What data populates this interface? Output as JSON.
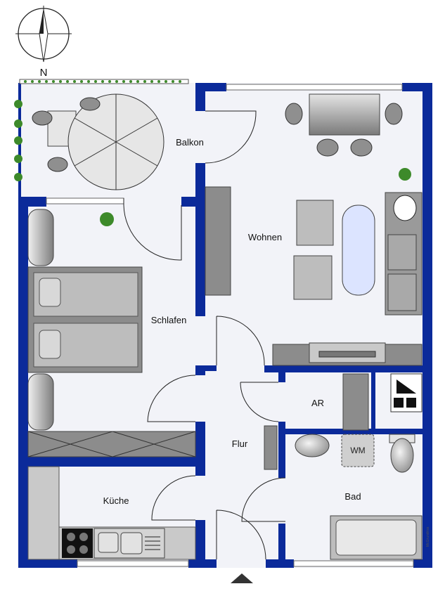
{
  "floorplan": {
    "compass_label": "N",
    "rooms": {
      "balkon": "Balkon",
      "wohnen": "Wohnen",
      "schlafen": "Schlafen",
      "ar": "AR",
      "flur": "Flur",
      "kueche": "Küche",
      "bad": "Bad"
    },
    "washer_label": "WM",
    "credit": "McGrundriss",
    "colors": {
      "wall": "#0b2a9a",
      "floor": "#f2f3f8",
      "furniture": "#8c8c8c",
      "furniture_light": "#c9c9c9",
      "plant": "#3d8a2a",
      "table_blue": "#dce4ff"
    }
  }
}
